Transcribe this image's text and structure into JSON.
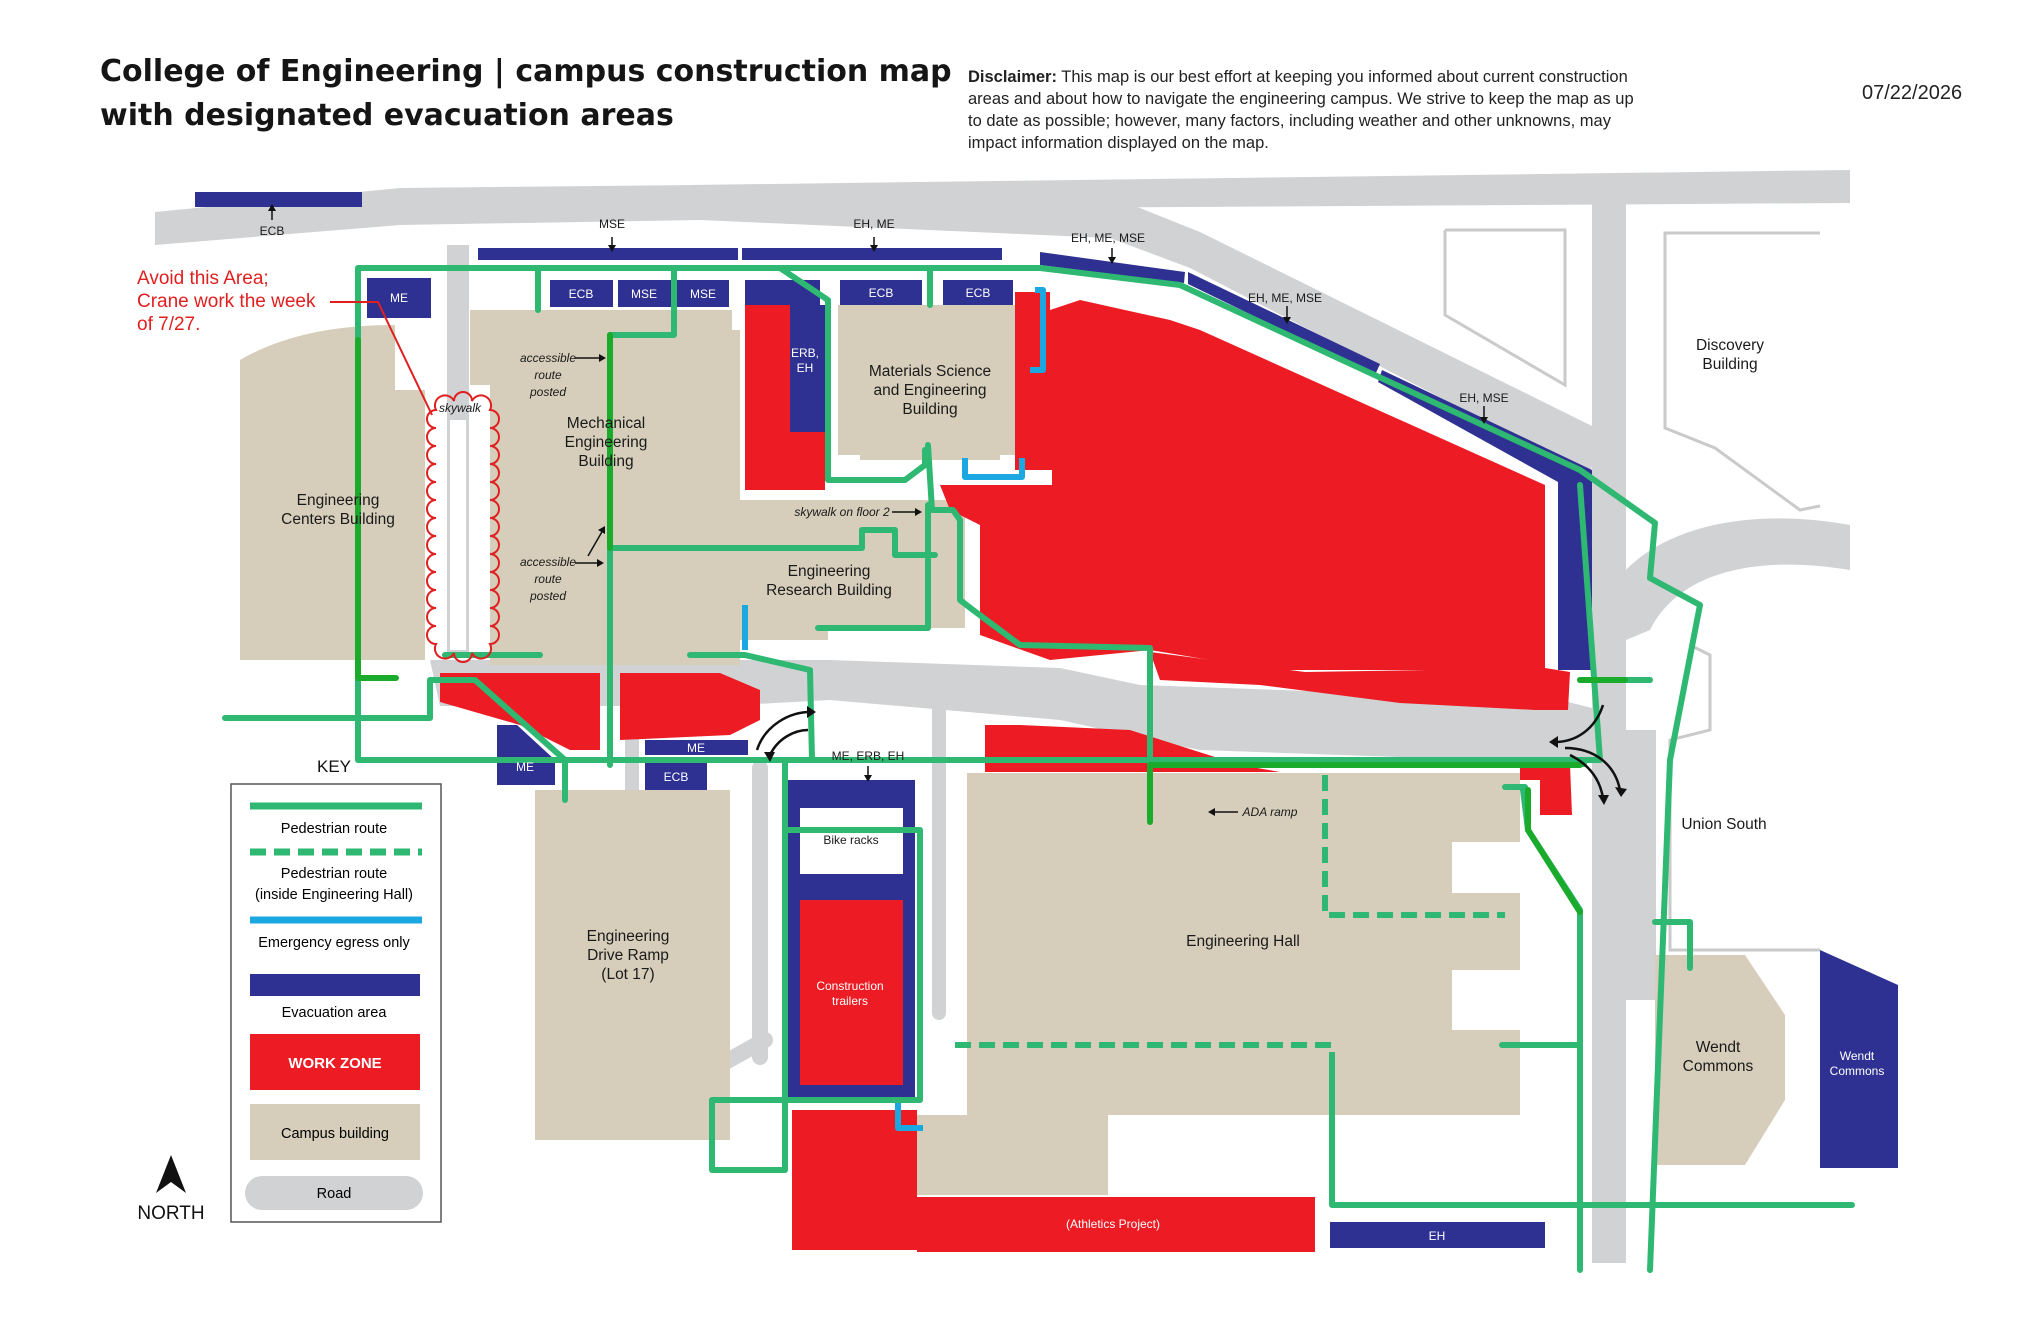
{
  "header": {
    "title_line1": "College of Engineering | campus construction map",
    "title_line2": "with designated evacuation areas",
    "disclaimer_label": "Disclaimer:",
    "disclaimer_text": "This map is our best effort at keeping you informed about current construction areas and about how to navigate the engineering campus. We strive to keep the map as up to date as possible; however, many factors, including weather and other unknowns, may impact information displayed on the map.",
    "date": "07/22/2026"
  },
  "colors": {
    "work_zone": "#ED1C24",
    "evacuation": "#2E3192",
    "campus_building": "#D6CEBB",
    "road": "#D1D2D4",
    "pedestrian": "#2EB872",
    "emergency": "#1BA8E0",
    "annotation_red": "#E02020"
  },
  "map": {
    "buildings": {
      "ecb": [
        "Engineering",
        "Centers Building"
      ],
      "me": [
        "Mechanical",
        "Engineering",
        "Building"
      ],
      "mse": [
        "Materials Science",
        "and Engineering",
        "Building"
      ],
      "erb": [
        "Engineering",
        "Research Building"
      ],
      "eh": "Engineering Hall",
      "drive_ramp": [
        "Engineering",
        "Drive Ramp",
        "(Lot 17)"
      ],
      "discovery": [
        "Discovery",
        "Building"
      ],
      "union_south": "Union South",
      "wendt_commons": [
        "Wendt",
        "Commons"
      ],
      "wendt_commons_evac": [
        "Wendt",
        "Commons"
      ]
    },
    "evac_labels": {
      "ecb_top": "ECB",
      "mse_top": "MSE",
      "eh_me_top": "EH, ME",
      "eh_me_mse_1": "EH, ME, MSE",
      "eh_me_mse_2": "EH, ME, MSE",
      "eh_mse": "EH, MSE",
      "me_box": "ME",
      "ecb_box1": "ECB",
      "mse_box1": "MSE",
      "mse_box2": "MSE",
      "erb_eh": [
        "ERB,",
        "EH"
      ],
      "ecb_box2": "ECB",
      "ecb_box3": "ECB",
      "me_left": "ME",
      "me_center": "ME",
      "ecb_bottom": "ECB",
      "me_erb_eh": "ME, ERB, EH",
      "eh_bottom": "EH"
    },
    "annotations": {
      "avoid": [
        "Avoid this Area;",
        "Crane work the week",
        "of 7/27."
      ],
      "skywalk": "skywalk",
      "accessible_1": [
        "accessible",
        "route",
        "posted"
      ],
      "accessible_2": [
        "accessible",
        "route",
        "posted"
      ],
      "skywalk_floor2": "skywalk on floor 2",
      "ada_ramp": "ADA ramp",
      "bike_racks": "Bike racks",
      "construction_trailers": [
        "Construction",
        "trailers"
      ],
      "athletics": "(Athletics Project)"
    }
  },
  "key": {
    "title": "KEY",
    "pedestrian": "Pedestrian route",
    "pedestrian_inside": [
      "Pedestrian route",
      "(inside Engineering Hall)"
    ],
    "emergency": "Emergency egress only",
    "evacuation": "Evacuation area",
    "work_zone": "WORK ZONE",
    "campus_building": "Campus building",
    "road": "Road"
  },
  "north": "NORTH"
}
